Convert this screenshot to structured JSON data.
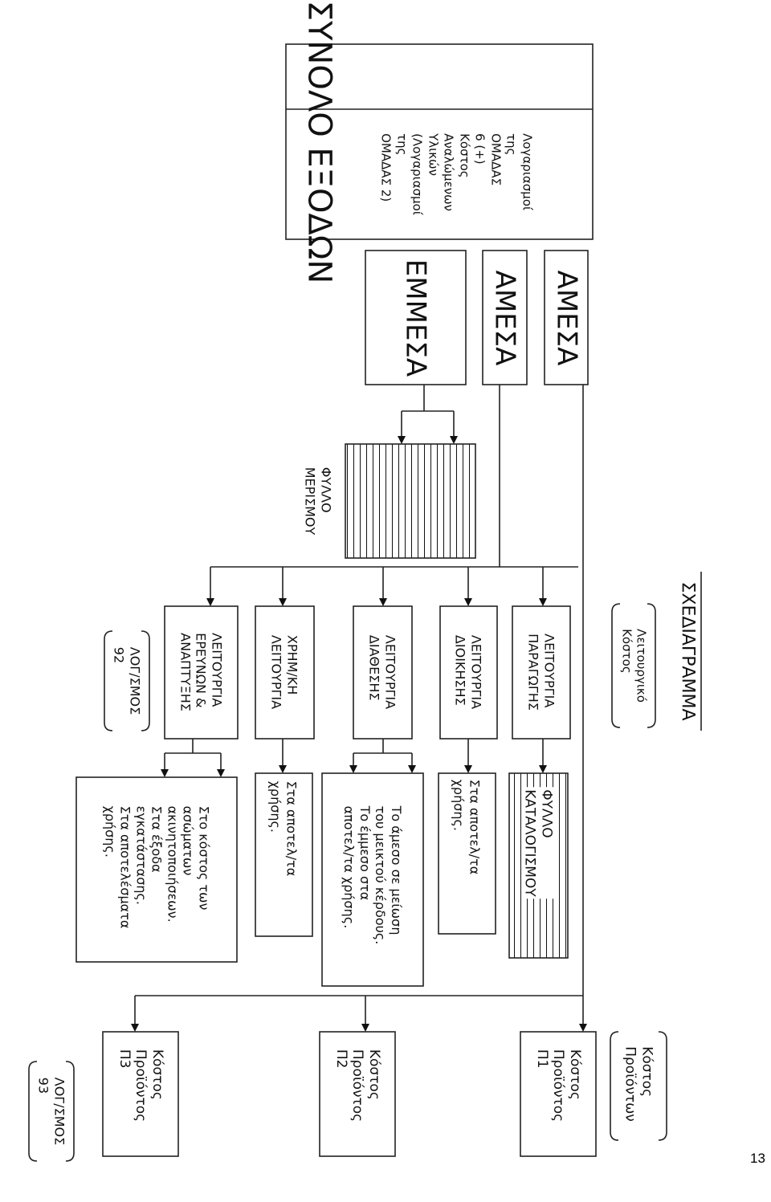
{
  "diagram": {
    "heading": "ΣΧΕΔΙΑΓΡΑΜΜΑ",
    "total": {
      "title": "ΣΥΝΟΛΟ ΕΞΟΔΩΝ",
      "note": "Λογαριασμοί\nτης\nΟΜΑΔΑΣ\n6 (+)\nΚόστος\nΑναλώμενων\nΥλικών\n(Λογαριασμοί\nτης\nΟΜΑΔΑΣ 2)"
    },
    "direct_a": "ΑΜΕΣΑ",
    "direct_b": "ΑΜΕΣΑ",
    "indirect": "ΕΜΜΕΣΑ",
    "allocation_sheet": "ΦΥΛΛΟ\nΜΕΡΙΣΜΟΥ",
    "operating_cost_label": "Λειτουργικό\nΚόστος",
    "product_cost_label": "Κόστος\nΠροϊόντων",
    "functions": [
      {
        "label": "ΛΕΙΤΟΥΡΓΙΑ\nΠΑΡΑΓΩΓΗΣ"
      },
      {
        "label": "ΛΕΙΤΟΥΡΓΙΑ\nΔΙΟΙΚΗΣΗΣ"
      },
      {
        "label": "ΛΕΙΤΟΥΡΓΙΑ\nΔΙΑΘΕΣΗΣ"
      },
      {
        "label": "ΧΡΗΜ/ΚΗ\nΛΕΙΤΟΥΡΓΙΑ"
      },
      {
        "label": "ΛΕΙΤΟΥΡΓΙΑ\nΕΡΕΥΝΩΝ &\nΑΝΑΠΤΥΞΗΣ"
      }
    ],
    "account_92": "ΛΟΓ/ΣΜΟΣ\n92",
    "account_93": "ΛΟΓ/ΣΜΟΣ\n93",
    "costing_sheet": "ΦΥΛΛΟ\nΚΑΤΑΛΟΓΙΣΜΟΥ",
    "results": {
      "administration": "Στα αποτελ/τα\nχρήσης.",
      "distribution": "Το άμεσο σε μείωση\nτου μεικτού κέρδους.\nΤο έμμεσο στα\nαποτελ/τα χρήσης.",
      "financial": "Στα αποτελ/τα\nχρήσης.",
      "research": "Στο κόστος των\nασώματων\nακινητοποιήσεων.\nΣτα έξοδα\nεγκατάστασης.\nΣτα αποτελέσματα\nχρήσης."
    },
    "products": [
      {
        "label": "Κόστος\nΠροϊόντος\nΠ1"
      },
      {
        "label": "Κόστος\nΠροϊόντος\nΠ2"
      },
      {
        "label": "Κόστος\nΠροϊόντος\nΠ3"
      }
    ]
  },
  "page_number": "13"
}
